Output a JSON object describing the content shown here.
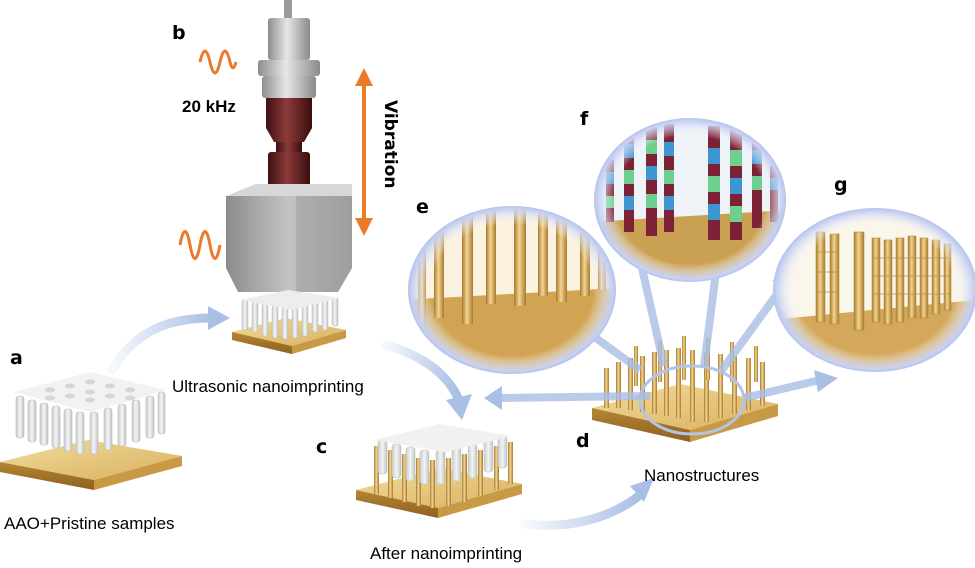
{
  "panels": {
    "a": "a",
    "b": "b",
    "c": "c",
    "d": "d",
    "e": "e",
    "f": "f",
    "g": "g"
  },
  "captions": {
    "pristine": "AAO+Pristine samples",
    "ultrasonic": "Ultrasonic nanoimprinting",
    "after": "After nanoimprinting",
    "nano": "Nanostructures"
  },
  "frequency": "20 kHz",
  "vibration": "Vibration",
  "colors": {
    "gold": "#d8b060",
    "gold_dark": "#a9782d",
    "aao_white": "#e9ebea",
    "horn_silver": "#b5b5b5",
    "horn_dark": "#5e1e1e",
    "wave_orange": "#ec7a2a",
    "arrow_blue": "#a9bfe6",
    "magnifier_ring": "#c4cdef",
    "stripe_red": "#7d2136",
    "stripe_green": "#6fcf8e",
    "stripe_blue": "#3e96d0"
  }
}
